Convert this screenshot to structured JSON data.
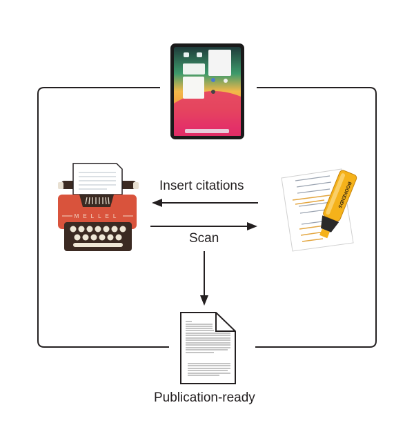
{
  "diagram": {
    "nodes": {
      "ipad": {
        "name": "iPad",
        "icon": "tablet-icon"
      },
      "mellel": {
        "name": "Mellel",
        "icon": "typewriter-icon",
        "brand_text": "MELLEL"
      },
      "bookends": {
        "name": "Bookends",
        "icon": "highlighter-document-icon",
        "brand_text": "BOOKENDS"
      },
      "output": {
        "name": "Publication-ready document",
        "icon": "document-icon"
      }
    },
    "edges": [
      {
        "from": "bookends",
        "to": "mellel",
        "label": "Insert citations"
      },
      {
        "from": "mellel",
        "to": "bookends",
        "label": "Scan"
      },
      {
        "from": "scan-arrow",
        "to": "output",
        "label": ""
      }
    ],
    "labels": {
      "insert_citations": "Insert citations",
      "scan": "Scan",
      "publication_ready": "Publication-ready"
    },
    "colors": {
      "line": "#231f20",
      "typewriter_red": "#d9533c",
      "typewriter_dark": "#3b2a22",
      "highlighter_yellow": "#f5b21a"
    }
  }
}
